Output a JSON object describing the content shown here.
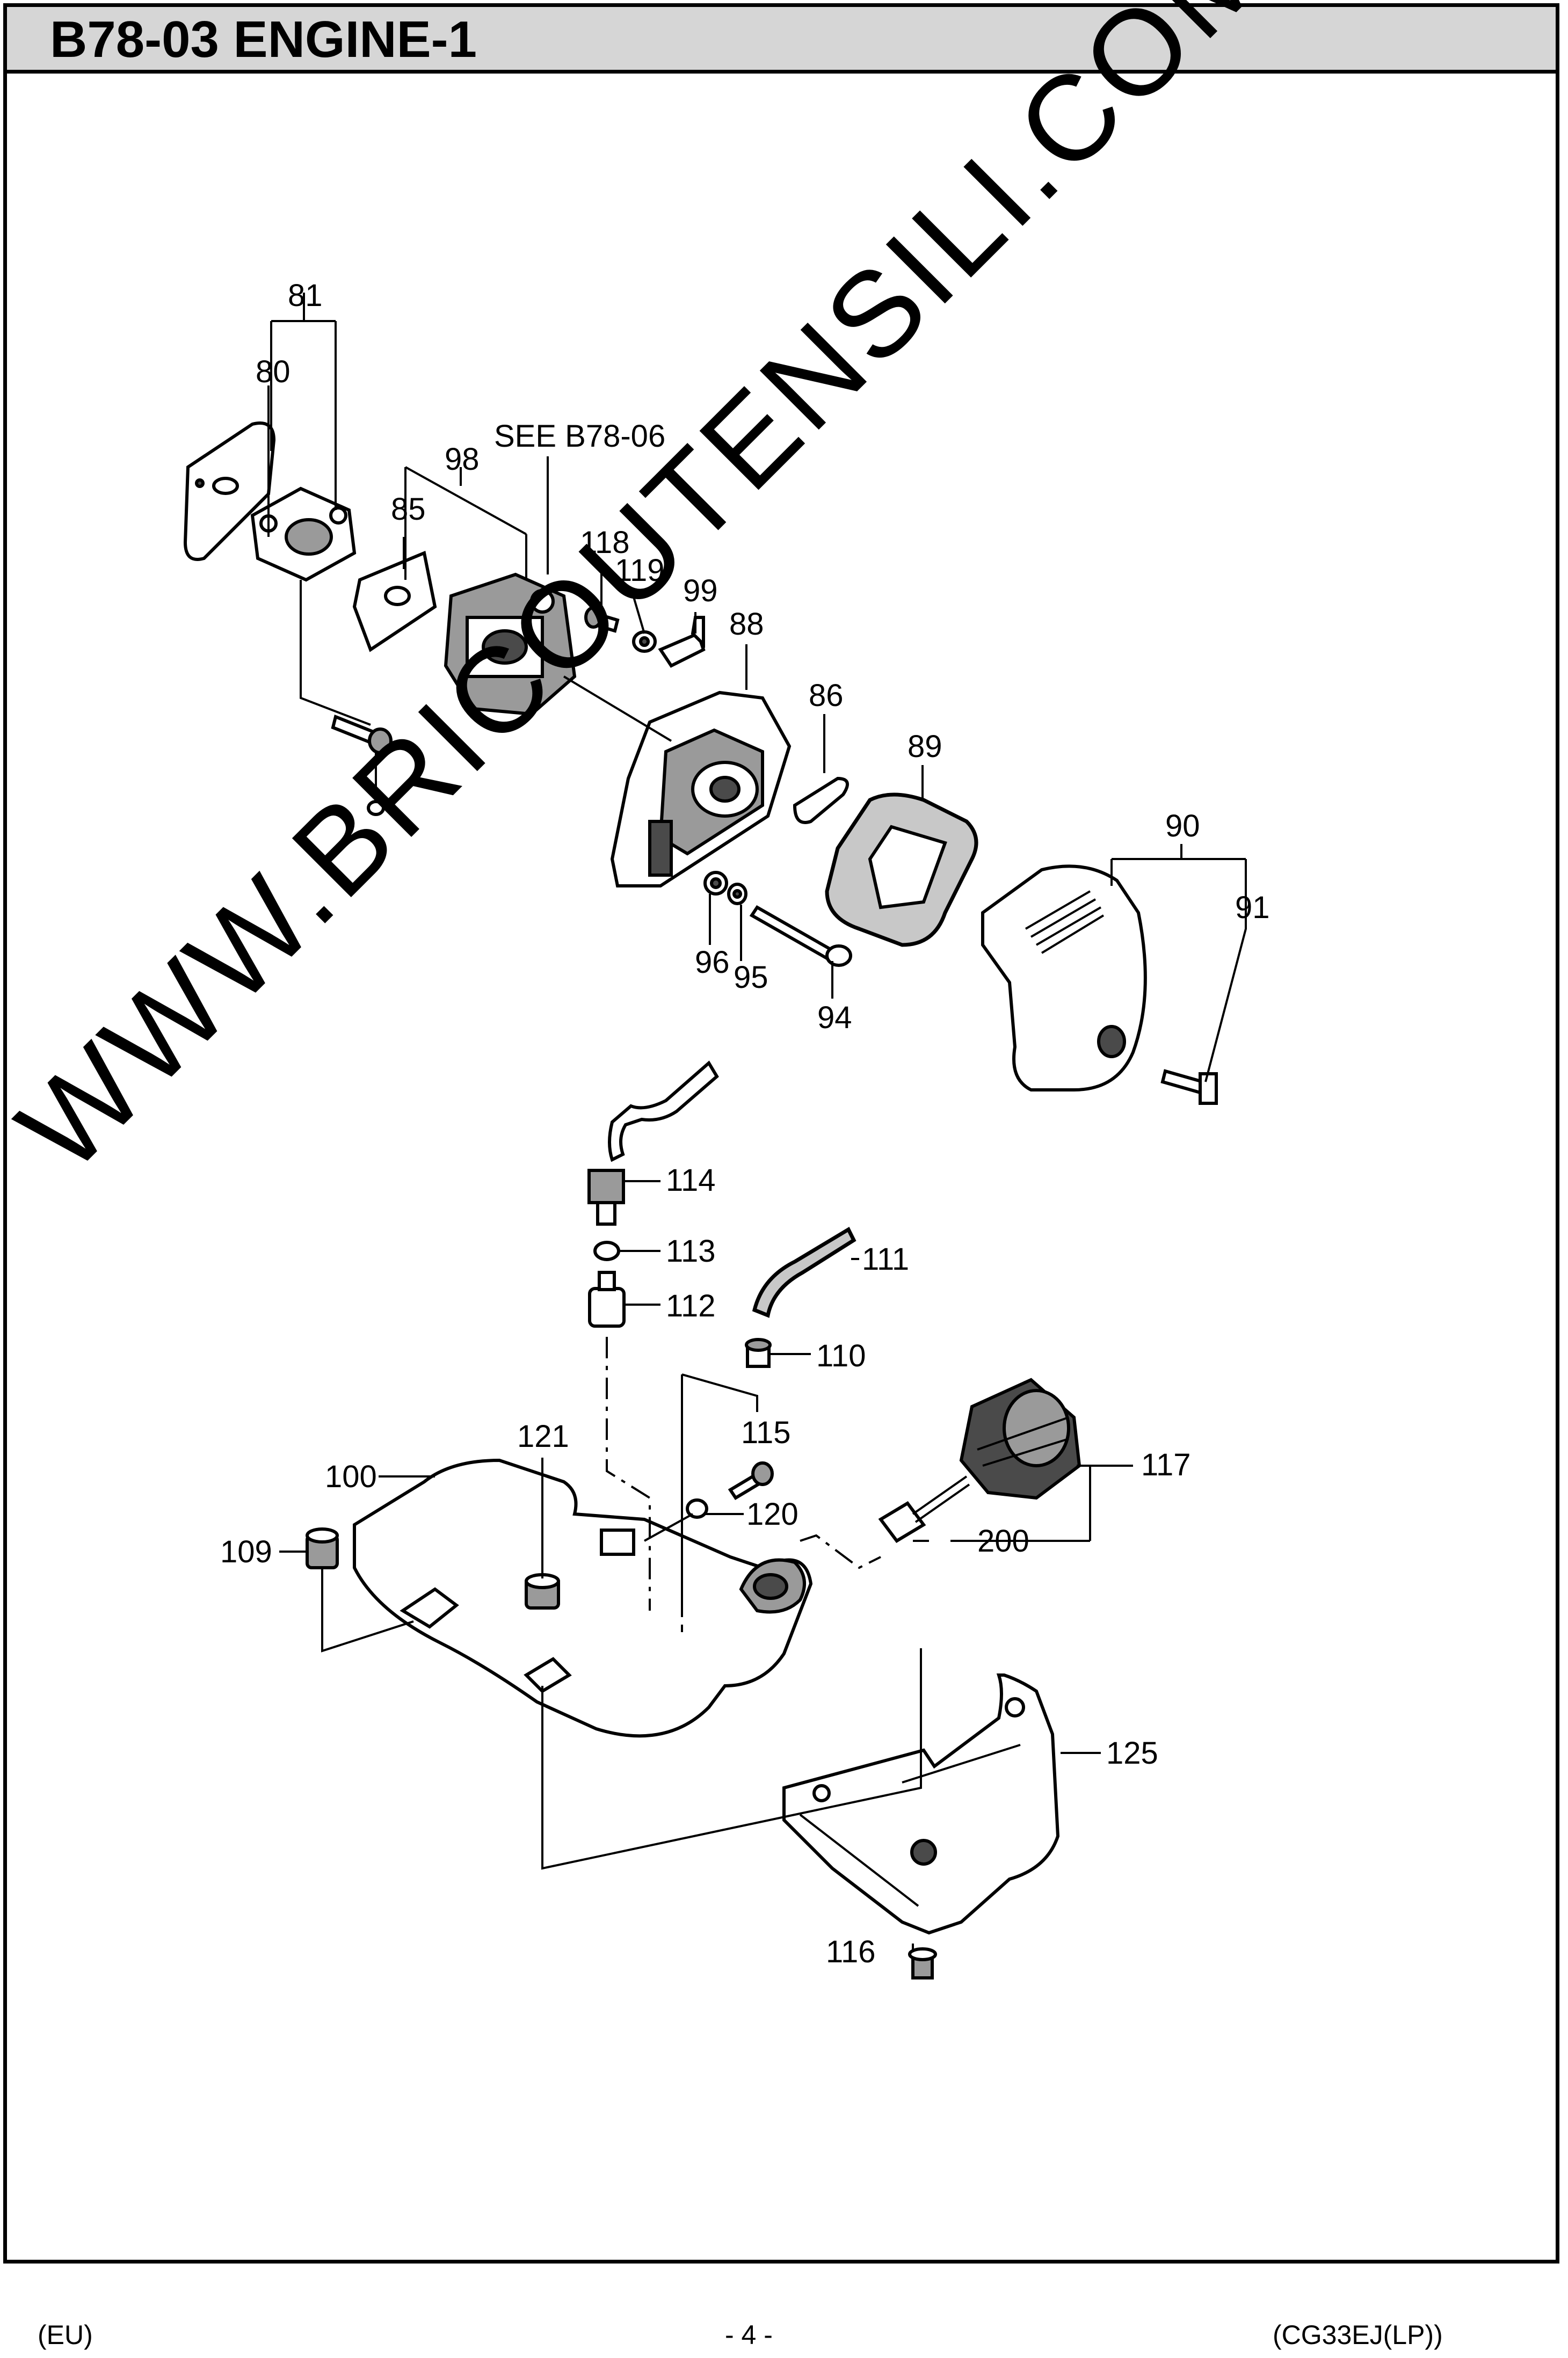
{
  "header": {
    "title": "B78-03 ENGINE-1"
  },
  "reference": "SEE B78-06",
  "callouts": [
    "81",
    "80",
    "98",
    "85",
    "118",
    "119",
    "99",
    "88",
    "86",
    "89",
    "90",
    "91",
    "96",
    "95",
    "94",
    "114",
    "113",
    "112",
    "111",
    "110",
    "115",
    "121",
    "100",
    "120",
    "117",
    "109",
    "200",
    "125",
    "116"
  ],
  "watermark": "WWW.BRICOUTENSILI.COM",
  "footer": {
    "left": "(EU)",
    "center": "- 4 -",
    "right": "(CG33EJ(LP))"
  }
}
